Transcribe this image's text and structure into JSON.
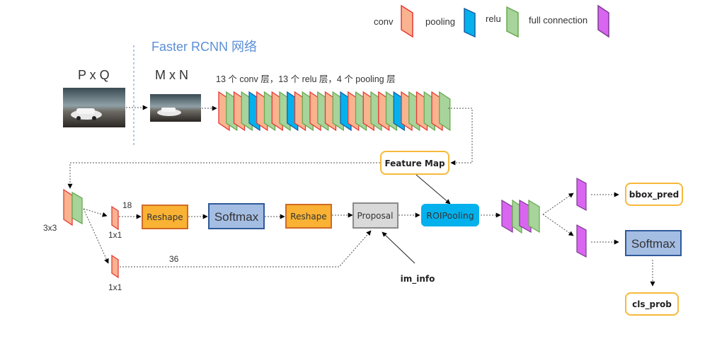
{
  "legend": {
    "items": [
      {
        "label": "conv",
        "fill": "#f9b38f",
        "stroke": "#e53935"
      },
      {
        "label": "pooling",
        "fill": "#04b1ec",
        "stroke": "#1c5fa5"
      },
      {
        "label": "relu",
        "fill": "#a6d49a",
        "stroke": "#6aa84f"
      },
      {
        "label": "full connection",
        "fill": "#d966f0",
        "stroke": "#7b3a8f"
      }
    ]
  },
  "title": "Faster RCNN 网络",
  "input": {
    "label": "P x Q"
  },
  "resized": {
    "label": "M x N"
  },
  "backbone": {
    "caption": "13 个 conv 层，13 个 relu 层，4 个 pooling 层",
    "layers": [
      "conv",
      "relu",
      "conv",
      "relu",
      "pool",
      "conv",
      "relu",
      "conv",
      "relu",
      "pool",
      "conv",
      "relu",
      "conv",
      "relu",
      "conv",
      "relu",
      "pool",
      "conv",
      "relu",
      "conv",
      "relu",
      "conv",
      "relu",
      "pool",
      "conv",
      "relu",
      "conv",
      "relu",
      "conv",
      "relu"
    ]
  },
  "feature_map": {
    "label": "Feature Map"
  },
  "rpn": {
    "conv3x3_label": "3x3",
    "cls_branch": {
      "conv_label": "1x1",
      "channels": "18"
    },
    "reg_branch": {
      "conv_label": "1x1",
      "channels": "36"
    },
    "reshape1": "Reshape",
    "softmax": "Softmax",
    "reshape2": "Reshape",
    "proposal": "Proposal",
    "im_info": "im_info"
  },
  "roi_pooling": {
    "label": "ROIPooling"
  },
  "head": {
    "bbox_pred": "bbox_pred",
    "softmax": "Softmax",
    "cls_prob": "cls_prob"
  },
  "colors": {
    "title": "#5b8fd4",
    "box_orange": "#f9b233",
    "box_orange_border": "#d06a26",
    "box_blue": "#a4bde3",
    "box_blue_border": "#2f5b9a",
    "roi_blue": "#04b1ec",
    "rounded_border": "#f7b93c",
    "proposal_fill": "#d9d9d9",
    "proposal_border": "#8a8a8a"
  }
}
